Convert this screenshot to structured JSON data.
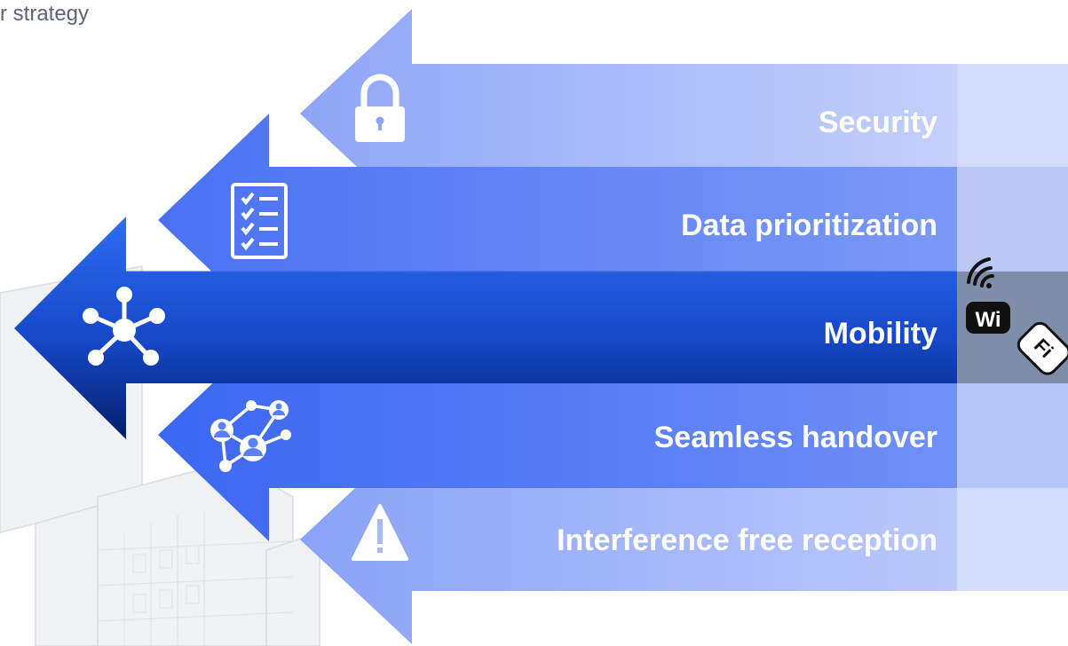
{
  "header": {
    "text": "r strategy"
  },
  "rows": [
    {
      "label": "Security",
      "icon": "lock-icon"
    },
    {
      "label": "Data prioritization",
      "icon": "checklist-icon"
    },
    {
      "label": "Mobility",
      "icon": "network-hub-icon"
    },
    {
      "label": "Seamless handover",
      "icon": "people-network-icon"
    },
    {
      "label": "Interference free reception",
      "icon": "warning-icon"
    }
  ],
  "badge": {
    "line1": "Wi",
    "line2": "Fi",
    "icon": "wifi-icon"
  },
  "colors": {
    "top_arrow": "#b8c6fb",
    "second_arrow": "#6b8cf6",
    "center_arrow": "#1f5ee8",
    "center_arrow_dark": "#072a82",
    "fourth_arrow": "#5b80f6",
    "bottom_arrow": "#aebefa"
  }
}
